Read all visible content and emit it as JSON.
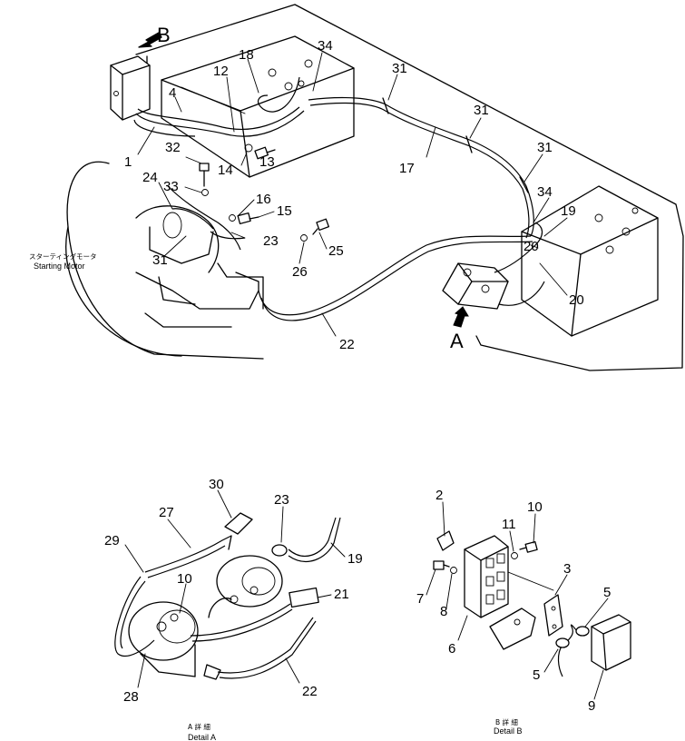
{
  "view_labels": {
    "view_a": "A",
    "view_b": "B"
  },
  "main_view": {
    "starting_motor_jp": "スターティングモータ",
    "starting_motor_en": "Starting Motor",
    "callouts": {
      "p1": "1",
      "p4": "4",
      "p12": "12",
      "p18": "18",
      "p34a": "34",
      "p31a": "31",
      "p31b": "31",
      "p31c": "31",
      "p31d": "31",
      "p17": "17",
      "p32": "32",
      "p14": "14",
      "p13": "13",
      "p33": "33",
      "p24": "24",
      "p16": "16",
      "p15": "15",
      "p23": "23",
      "p26": "26",
      "p25": "25",
      "p34b": "34",
      "p19": "19",
      "p20a": "20",
      "p20b": "20",
      "p22": "22"
    }
  },
  "detail_a": {
    "caption_jp": "A 詳 細",
    "caption_en": "Detail A",
    "callouts": {
      "p30": "30",
      "p23": "23",
      "p27": "27",
      "p29": "29",
      "p19": "19",
      "p10": "10",
      "p21": "21",
      "p28": "28",
      "p22": "22"
    }
  },
  "detail_b": {
    "caption_jp": "B 詳 細",
    "caption_en": "Detail B",
    "callouts": {
      "p2": "2",
      "p10": "10",
      "p11": "11",
      "p3": "3",
      "p7": "7",
      "p8": "8",
      "p5a": "5",
      "p5b": "5",
      "p6": "6",
      "p9": "9"
    }
  }
}
